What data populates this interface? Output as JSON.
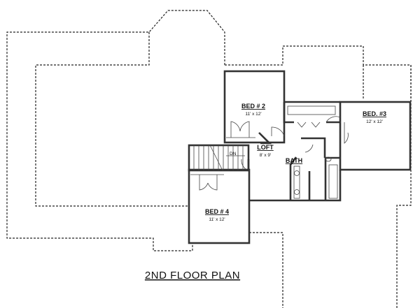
{
  "title": "2ND FLOOR PLAN",
  "rooms": [
    {
      "name": "BED # 2",
      "size": "11' x 12'"
    },
    {
      "name": "BED. #3",
      "size": "12' x 12'"
    },
    {
      "name": "LOFT",
      "size": "8' x 9'"
    },
    {
      "name": "BATH",
      "size": ""
    },
    {
      "name": "BED # 4",
      "size": "11' x 12'"
    }
  ],
  "stair_label": "DN"
}
